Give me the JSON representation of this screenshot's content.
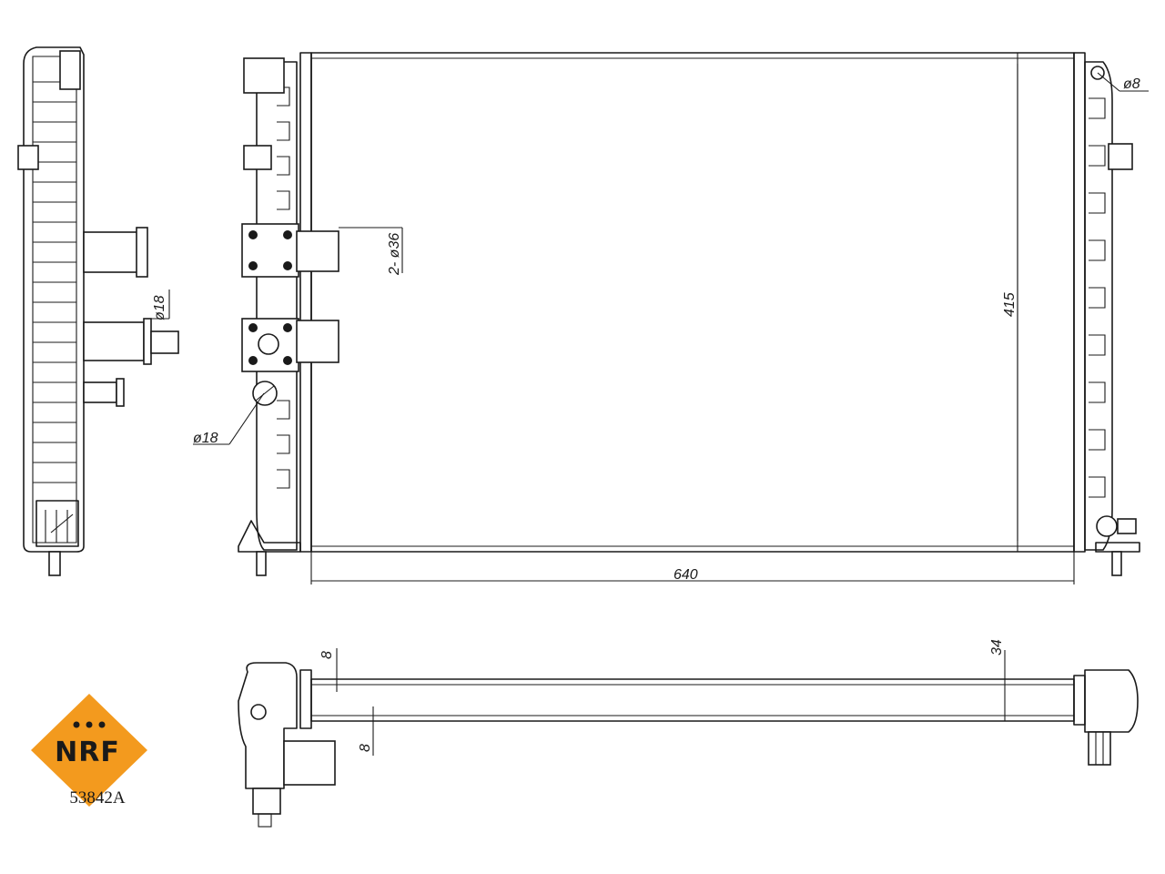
{
  "drawing": {
    "dimensions": {
      "width": "640",
      "height": "415",
      "core_depth": "34",
      "offset_top": "8",
      "offset_bottom": "8",
      "pipe_left": "2- ø36",
      "pipe_side": "ø18",
      "pipe_front": "ø18",
      "pipe_right": "ø8"
    }
  },
  "logo": {
    "brand": "NRF",
    "color": "#f39a1e"
  },
  "part_number": "53842A"
}
